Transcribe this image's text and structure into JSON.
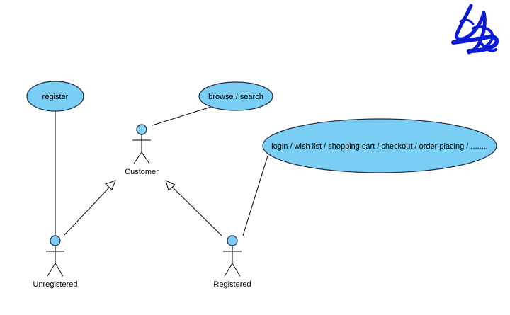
{
  "actors": {
    "customer": "Customer",
    "unregistered": "Unregistered",
    "registered": "Registered"
  },
  "use_cases": {
    "register": "register",
    "browse": "browse / search",
    "login": "login / wish list / shopping cart / checkout / order placing / ........"
  },
  "colors": {
    "use_case_fill": "#7acef4",
    "outline": "#1f2a44",
    "scribble": "#0a1bd8"
  }
}
